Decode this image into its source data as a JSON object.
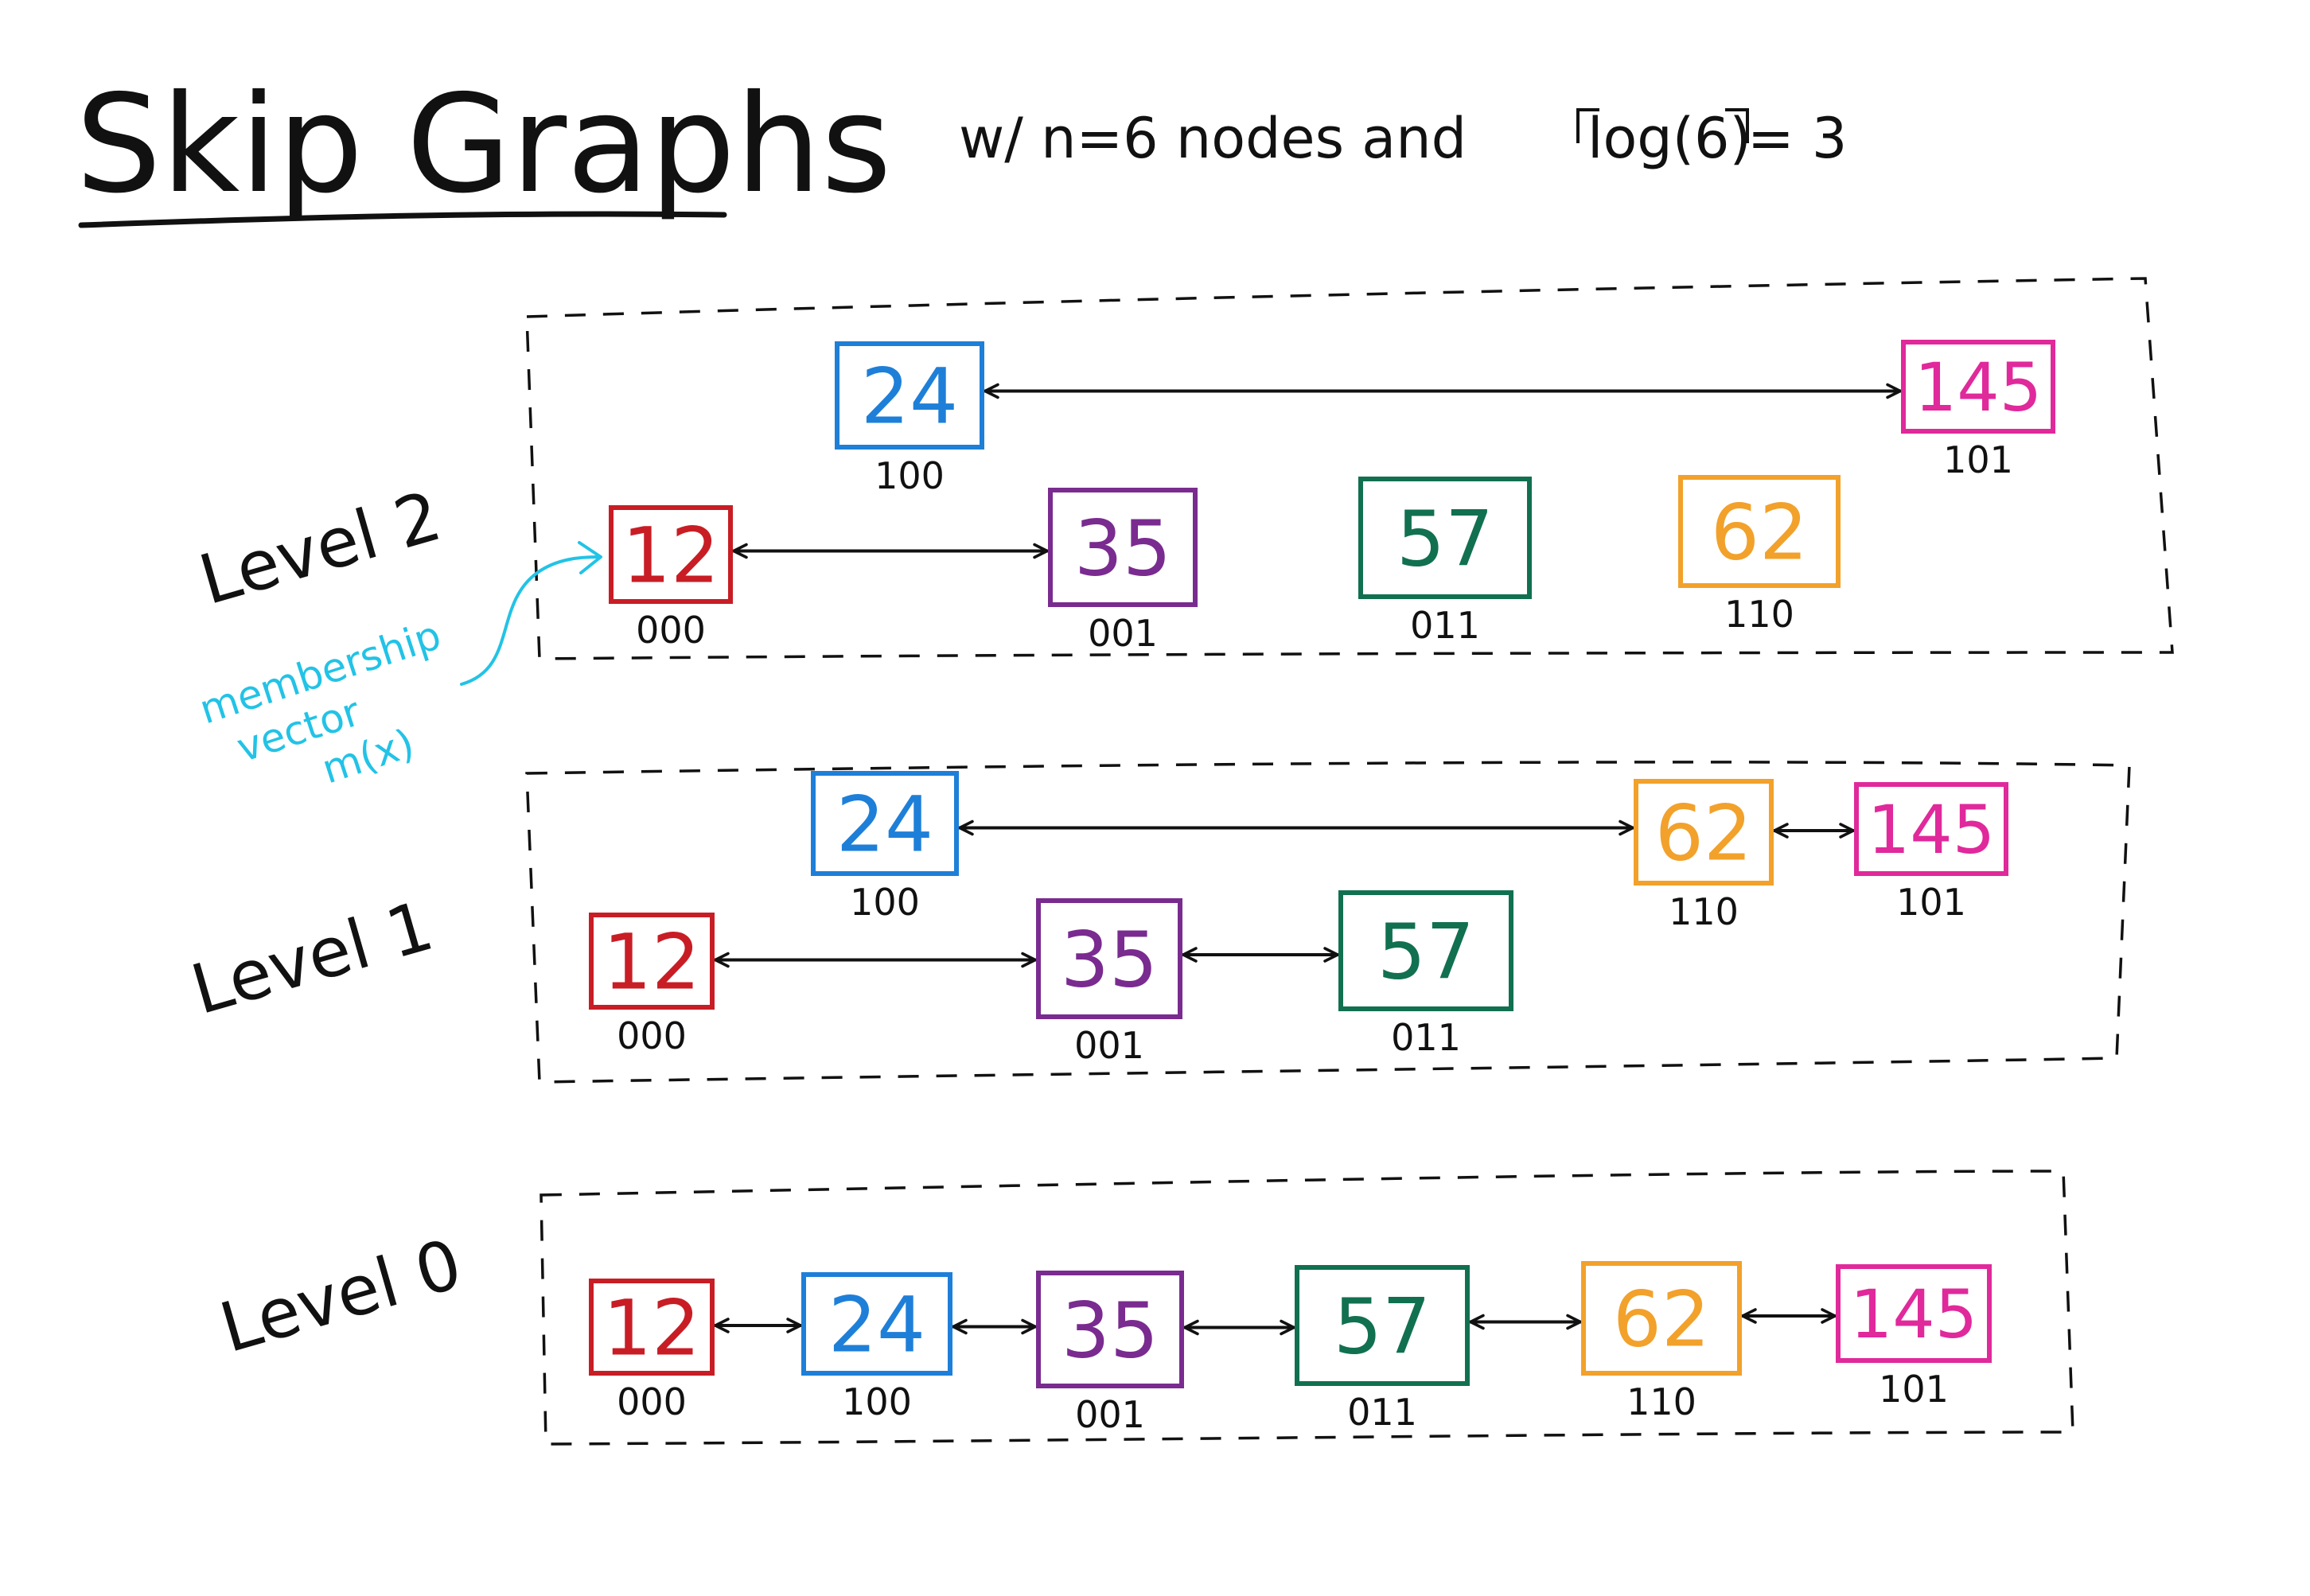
{
  "title": "Skip Graphs",
  "subtitle": {
    "prefix": "w/ n=6 nodes and",
    "expression": "log(6)",
    "result": "= 3"
  },
  "annotation": {
    "lines": [
      "membership",
      "vector",
      "m(x)"
    ],
    "color": "#22c3e6"
  },
  "colors": {
    "12": "#c81d25",
    "24": "#1e7fd8",
    "35": "#7a2b8f",
    "57": "#117050",
    "62": "#f2a12b",
    "145": "#e0299b",
    "ink": "#111111"
  },
  "levels": [
    {
      "label": "Level 2",
      "nodes": [
        {
          "key": "24",
          "vector": "100",
          "color": "#1e7fd8"
        },
        {
          "key": "145",
          "vector": "101",
          "color": "#e0299b"
        },
        {
          "key": "12",
          "vector": "000",
          "color": "#c81d25"
        },
        {
          "key": "35",
          "vector": "001",
          "color": "#7a2b8f"
        },
        {
          "key": "57",
          "vector": "011",
          "color": "#117050"
        },
        {
          "key": "62",
          "vector": "110",
          "color": "#f2a12b"
        }
      ],
      "links": [
        [
          "24",
          "145"
        ],
        [
          "12",
          "35"
        ]
      ]
    },
    {
      "label": "Level 1",
      "nodes": [
        {
          "key": "24",
          "vector": "100",
          "color": "#1e7fd8"
        },
        {
          "key": "62",
          "vector": "110",
          "color": "#f2a12b"
        },
        {
          "key": "145",
          "vector": "101",
          "color": "#e0299b"
        },
        {
          "key": "12",
          "vector": "000",
          "color": "#c81d25"
        },
        {
          "key": "35",
          "vector": "001",
          "color": "#7a2b8f"
        },
        {
          "key": "57",
          "vector": "011",
          "color": "#117050"
        }
      ],
      "links": [
        [
          "24",
          "62"
        ],
        [
          "62",
          "145"
        ],
        [
          "12",
          "35"
        ],
        [
          "35",
          "57"
        ]
      ]
    },
    {
      "label": "Level 0",
      "nodes": [
        {
          "key": "12",
          "vector": "000",
          "color": "#c81d25"
        },
        {
          "key": "24",
          "vector": "100",
          "color": "#1e7fd8"
        },
        {
          "key": "35",
          "vector": "001",
          "color": "#7a2b8f"
        },
        {
          "key": "57",
          "vector": "011",
          "color": "#117050"
        },
        {
          "key": "62",
          "vector": "110",
          "color": "#f2a12b"
        },
        {
          "key": "145",
          "vector": "101",
          "color": "#e0299b"
        }
      ],
      "links": [
        [
          "12",
          "24"
        ],
        [
          "24",
          "35"
        ],
        [
          "35",
          "57"
        ],
        [
          "57",
          "62"
        ],
        [
          "62",
          "145"
        ]
      ]
    }
  ]
}
